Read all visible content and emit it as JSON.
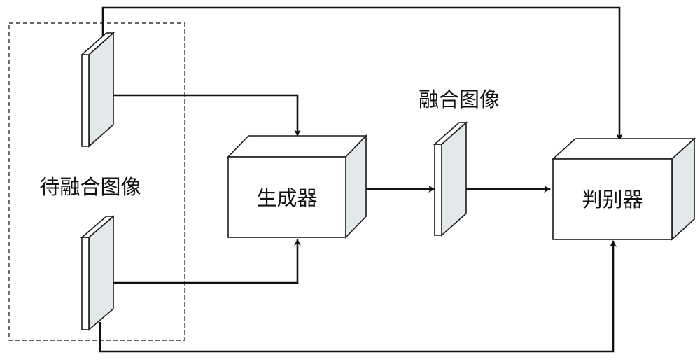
{
  "labels": {
    "source_images": "待融合图像",
    "generator": "生成器",
    "fused_image": "融合图像",
    "discriminator": "判别器"
  }
}
